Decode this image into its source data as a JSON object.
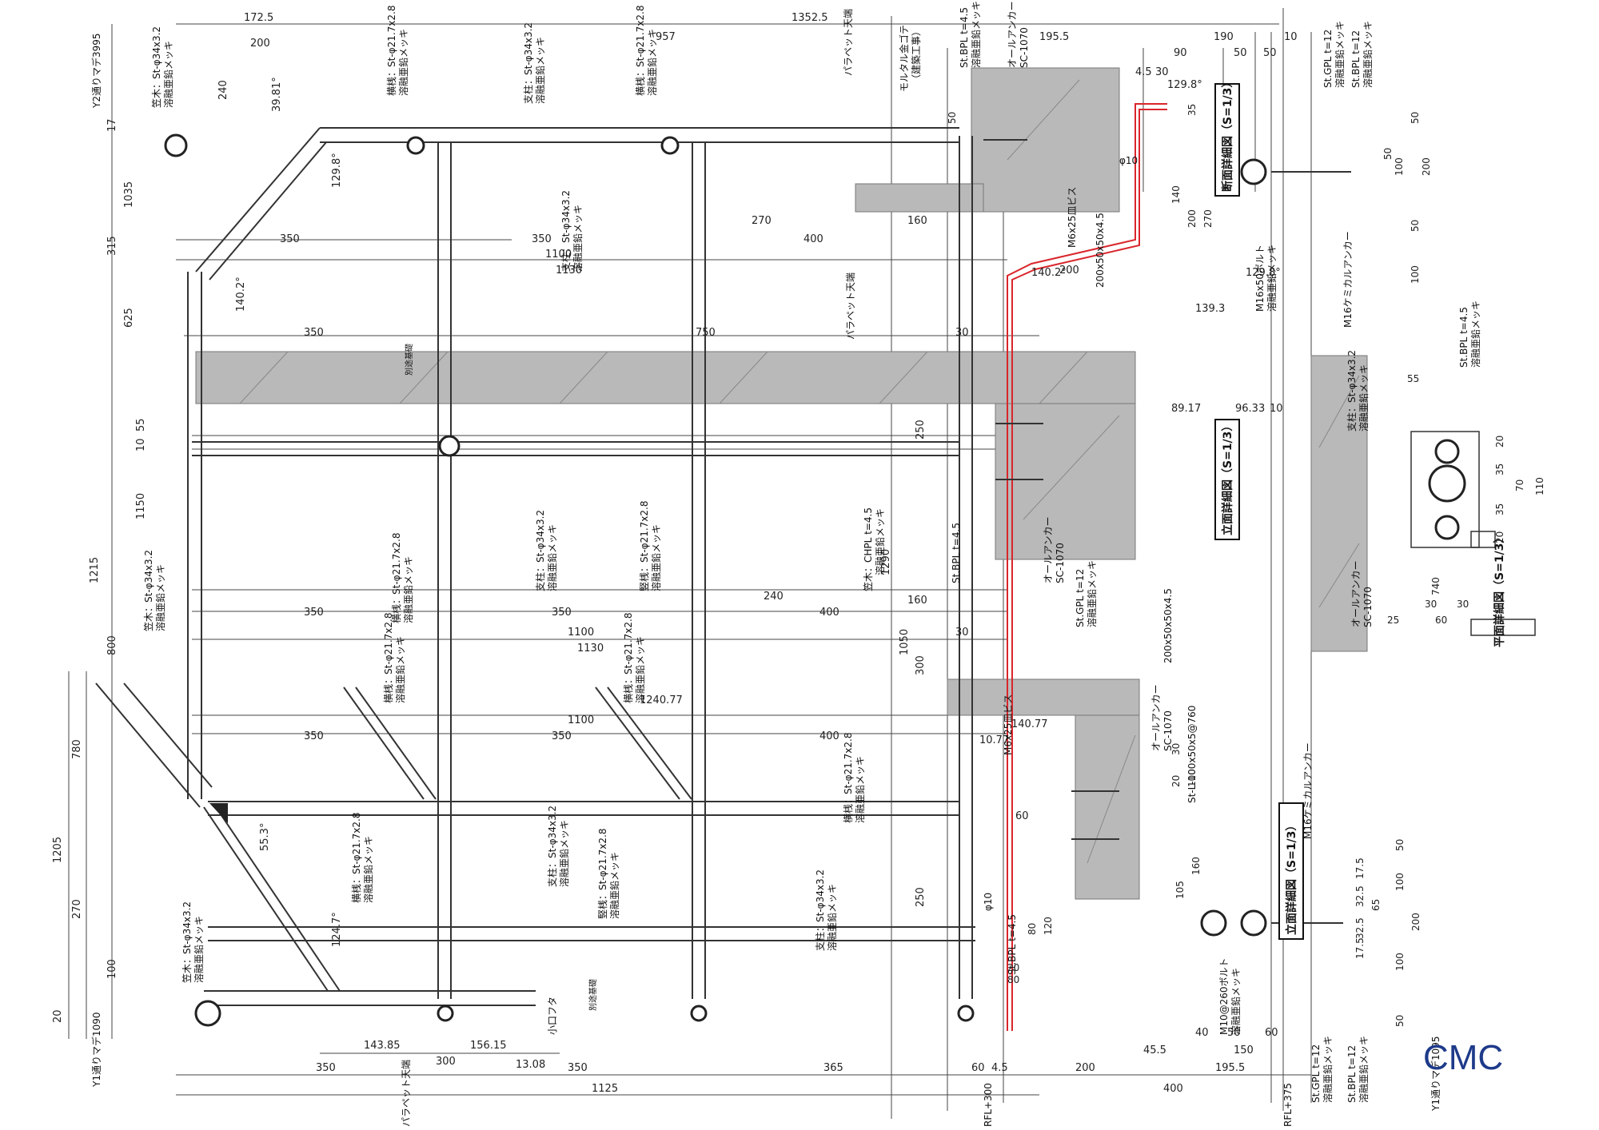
{
  "dims_top": [
    "172.5",
    "200",
    "1352.5",
    "957",
    "195.5",
    "190",
    "50",
    "50",
    "10",
    "90",
    "4.5",
    "30",
    "129.8°"
  ],
  "dims_left": [
    "17",
    "1035",
    "315",
    "625",
    "55",
    "10",
    "1150",
    "1215",
    "800",
    "780",
    "1205",
    "270",
    "100",
    "20",
    "240",
    "39.81°"
  ],
  "dims_bottom": [
    "143.85",
    "156.15",
    "13.08",
    "350",
    "300",
    "350",
    "1125",
    "365",
    "60",
    "4.5",
    "200",
    "400",
    "45.5",
    "40",
    "50",
    "60",
    "150",
    "195.5"
  ],
  "dims_mid": {
    "d350a": "350",
    "d350b": "350",
    "d1100a": "1100",
    "d1130a": "1130",
    "d270": "270",
    "d400a": "400",
    "d350c": "350",
    "d750": "750",
    "d350d": "350",
    "d350e": "350",
    "d1100b": "1100",
    "d1130b": "1130",
    "d240": "240",
    "d400b": "400",
    "d1100c": "1100",
    "d350f": "350",
    "d350g": "350",
    "d400c": "400",
    "d1240": "1240.77",
    "a1402": "140.2°",
    "a1298": "129.8°",
    "a553": "55.3°",
    "a1247": "124.7°",
    "d1290": "1290",
    "d1050": "1050",
    "d300": "300",
    "d250a": "250",
    "d250b": "250",
    "d160a": "160",
    "d160b": "160",
    "d30a": "30",
    "d30b": "30",
    "d200a": "200",
    "d14077": "140.77",
    "d1077": "10.77",
    "d60": "60",
    "d8917": "89.17",
    "d9633": "96.33",
    "d10": "10",
    "d1402b": "140.2°",
    "d1298b": "129.8°",
    "d1393": "139.3"
  },
  "labels": {
    "kasagi": "笠木：St-φ34x3.2",
    "mekki": "溶融亜鉛メッキ",
    "yokosan": "横桟：St-φ21.7x2.8",
    "shichu": "支柱：St-φ34x3.2",
    "tatesan": "竪桟：St-φ21.7x2.8",
    "ankor": "オールアンカー",
    "sc1070": "SC-1070",
    "stbpl": "St.BPL t=4.5",
    "stgpl": "St.GPL t=12",
    "stbpl12": "St.BPL t=12",
    "chpl": "笠木：CHPL t=4.5",
    "m16bolt": "M16x50ボルト",
    "m16chem": "M16ケミカルアンカー",
    "m6": "M6x25皿ビス",
    "channel": "200x50x50x4.5",
    "angle": "St-L-100x50x5@760",
    "m10": "M10@260ボルト",
    "parapet": "パラペット天端",
    "mortar": "モルタル金ゴテ",
    "mortar2": "（建築工事）",
    "koguchi": "小口フタ",
    "betsu": "別途基礎",
    "y2": "Y2通りマデ3995",
    "y1": "Y1通りマデ1090",
    "y1b": "Y1通りマデ1095",
    "phi10": "φ10",
    "rfl1": "RFL+300",
    "rfl2": "RFL+375"
  },
  "sections": {
    "s1": "断面詳細図（S=1/3）",
    "s2": "立面詳細図（S=1/3）",
    "s3": "立面詳細図（S=1/3）",
    "s4": "平面詳細図（S=1/3）"
  },
  "detail_dims": [
    "55",
    "20",
    "35",
    "70",
    "110",
    "35",
    "20",
    "740",
    "30",
    "30",
    "25",
    "60"
  ],
  "right_dims": [
    "50",
    "100",
    "50",
    "200",
    "50",
    "100",
    "50",
    "35",
    "140",
    "200",
    "270",
    "100",
    "30",
    "20",
    "105",
    "160",
    "50",
    "17.5",
    "32.5",
    "65",
    "17.5",
    "32.5",
    "100",
    "200",
    "100",
    "50",
    "120",
    "80",
    "80",
    "20"
  ],
  "logo": "CMC",
  "colors": {
    "concrete": "#b9b9b9",
    "line": "#222222",
    "red": "#d9262c",
    "logo": "#1e3a8a"
  }
}
